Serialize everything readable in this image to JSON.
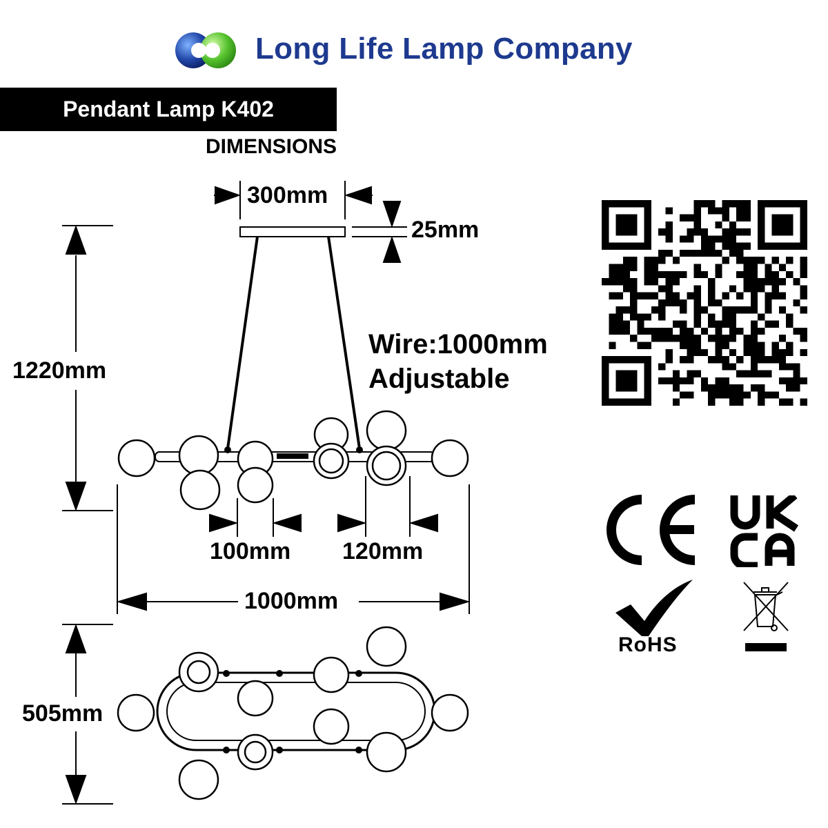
{
  "brand": {
    "company_name": "Long Life Lamp Company",
    "logo_colors": [
      "#1e3a8f",
      "#5ec43b"
    ]
  },
  "header": {
    "product_title": "Pendant Lamp K402",
    "section_label": "DIMENSIONS"
  },
  "dimensions": {
    "canopy_width": "300mm",
    "canopy_height": "25mm",
    "overall_height": "1220mm",
    "globe_spacing_a": "100mm",
    "globe_spacing_b": "120mm",
    "overall_length": "1000mm",
    "overall_depth": "505mm"
  },
  "wire_note": {
    "line1": "Wire:1000mm",
    "line2": "Adjustable"
  },
  "certifications": {
    "ce": "CE",
    "ukca_top": "UK",
    "ukca_bottom": "CA",
    "rohs": "RoHS",
    "weee_icon": "crossed-out-wheelie-bin-icon"
  },
  "qr_icon": "qr-code-icon"
}
